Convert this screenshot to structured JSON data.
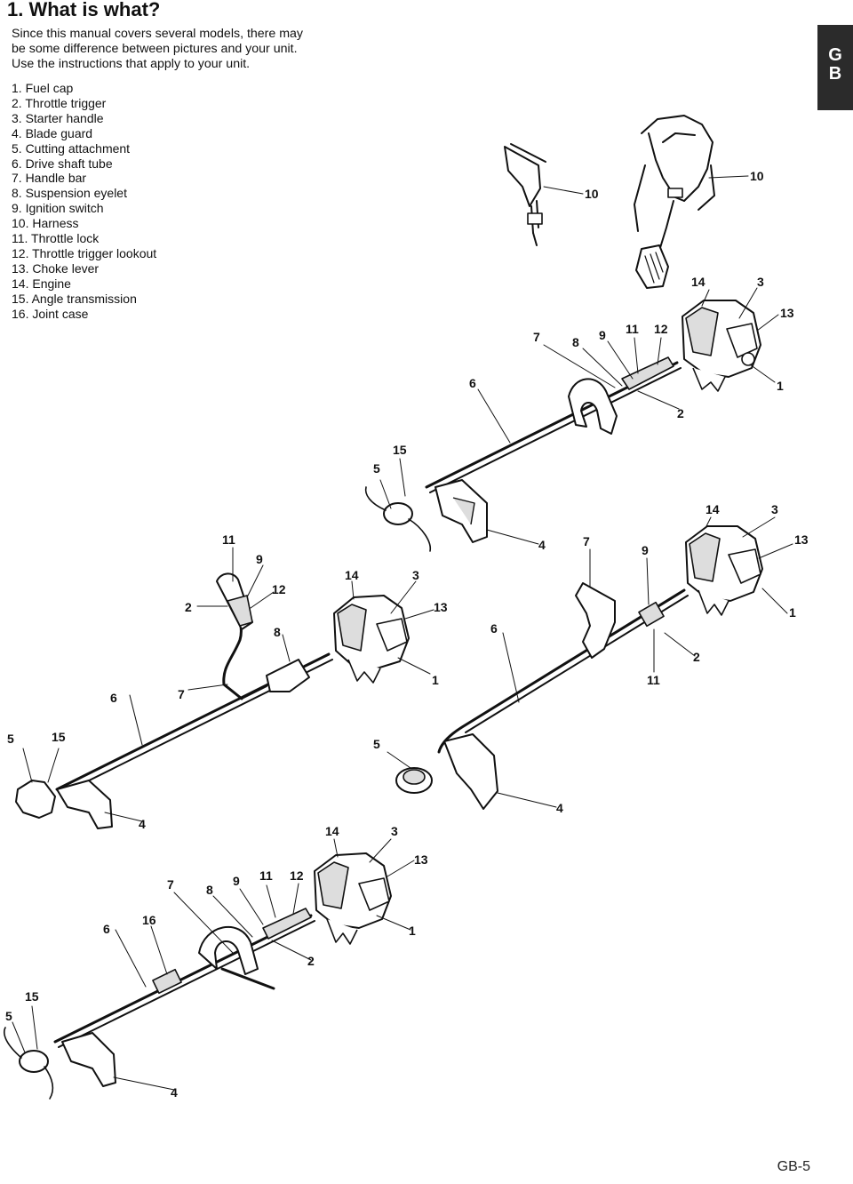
{
  "header": {
    "title": "1. What is what?"
  },
  "intro": {
    "lines": [
      "Since this manual covers several models, there may",
      "be some difference between pictures and your unit.",
      "Use the instructions that apply to your unit."
    ]
  },
  "parts": [
    "1. Fuel cap",
    "2. Throttle trigger",
    "3. Starter handle",
    "4. Blade guard",
    "5. Cutting attachment",
    "6. Drive shaft tube",
    "7. Handle bar",
    "8. Suspension eyelet",
    "9. Ignition switch",
    "10. Harness",
    "11. Throttle lock",
    "12. Throttle trigger lookout",
    "13. Choke lever",
    "14. Engine",
    "15. Angle transmission",
    "16. Joint case"
  ],
  "language_tab": {
    "line1": "G",
    "line2": "B"
  },
  "footer": {
    "page_number": "GB-5"
  },
  "callouts": {
    "harnesses": [
      "10",
      "10"
    ],
    "trimmer_1": [
      "14",
      "3",
      "13",
      "7",
      "8",
      "9",
      "11",
      "12",
      "1",
      "2",
      "6",
      "15",
      "5",
      "4"
    ],
    "trimmer_2": [
      "11",
      "9",
      "12",
      "2",
      "8",
      "14",
      "3",
      "13",
      "1",
      "6",
      "7",
      "5",
      "15",
      "4"
    ],
    "trimmer_3": [
      "14",
      "3",
      "13",
      "7",
      "9",
      "1",
      "6",
      "2",
      "11",
      "5",
      "4"
    ],
    "trimmer_4": [
      "14",
      "3",
      "13",
      "7",
      "8",
      "9",
      "11",
      "12",
      "6",
      "16",
      "1",
      "2",
      "15",
      "5",
      "4"
    ]
  }
}
